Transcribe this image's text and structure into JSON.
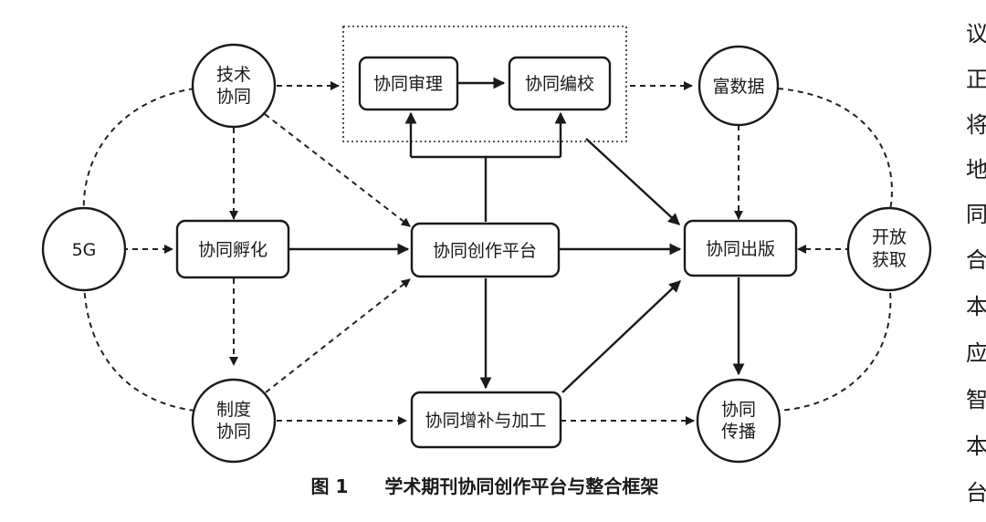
{
  "figure": {
    "caption": "图 1　　学术期刊协同创作平台与整合框架"
  },
  "nodes": {
    "tech_collab": {
      "lines": [
        "技术",
        "协同"
      ]
    },
    "five_g": {
      "lines": [
        "5G"
      ]
    },
    "sys_collab": {
      "lines": [
        "制度",
        "协同"
      ]
    },
    "incubation": {
      "label": "协同孵化"
    },
    "review": {
      "label": "协同审理"
    },
    "proofread": {
      "label": "协同编校"
    },
    "platform": {
      "label": "协同创作平台"
    },
    "supplement": {
      "label": "协同增补与加工"
    },
    "rich_data": {
      "lines": [
        "富数据"
      ]
    },
    "publish": {
      "label": "协同出版"
    },
    "open_access": {
      "lines": [
        "开放",
        "获取"
      ]
    },
    "dissemination": {
      "lines": [
        "协同",
        "传播"
      ]
    }
  },
  "side_text": [
    "议",
    "正",
    "将",
    "地",
    "同",
    "合",
    "本",
    "应",
    "智",
    "本",
    "台"
  ]
}
